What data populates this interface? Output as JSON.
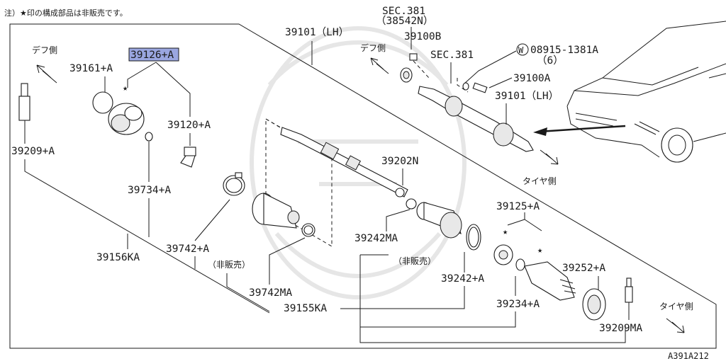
{
  "note": "注）★印の構成部品は非販売です。",
  "diagram_code": "A391A212",
  "highlight_color": "#9aa6e0",
  "direction_labels": {
    "diff_side_left": "デフ側",
    "diff_side_right": "デフ側",
    "tire_side_upper": "タイヤ側",
    "tire_side_lower": "タイヤ側"
  },
  "not_sold_label": "（非販売）",
  "star": "★",
  "parts": {
    "p39126": "39126+A",
    "p39161": "39161+A",
    "p39209a": "39209+A",
    "p39120": "39120+A",
    "p39734": "39734+A",
    "p39156ka": "39156KA",
    "p39742": "39742+A",
    "p39742ma": "39742MA",
    "p39101_top": "39101（LH）",
    "p39202n": "39202N",
    "p39242ma": "39242MA",
    "p39242": "39242+A",
    "p39155ka": "39155KA",
    "p39125": "39125+A",
    "p39252": "39252+A",
    "p39234": "39234+A",
    "p39209ma": "39209MA",
    "sec381_a": "SEC.381",
    "sec381_a_sub": "（38542N）",
    "p39100b": "39100B",
    "sec381_b": "SEC.381",
    "w_symbol": "W",
    "p08915": "08915-1381A",
    "p08915_qty": "（6）",
    "p39100a": "39100A",
    "p39101_inset": "39101（LH）"
  }
}
